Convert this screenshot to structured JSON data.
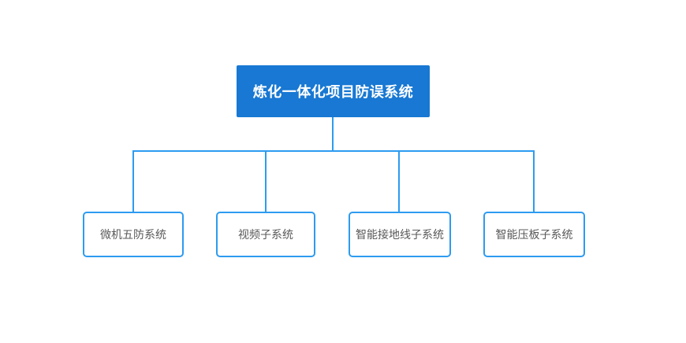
{
  "diagram": {
    "root": {
      "label": "炼化一体化项目防误系统"
    },
    "children": [
      {
        "label": "微机五防系统"
      },
      {
        "label": "视频子系统"
      },
      {
        "label": "智能接地线子系统"
      },
      {
        "label": "智能压板子系统"
      }
    ],
    "colors": {
      "root_fill": "#1878d3",
      "root_text": "#ffffff",
      "connector_line": "#2d9bf0",
      "child_border": "#2d9bf0",
      "child_text": "#595959",
      "background": "#ffffff"
    }
  }
}
